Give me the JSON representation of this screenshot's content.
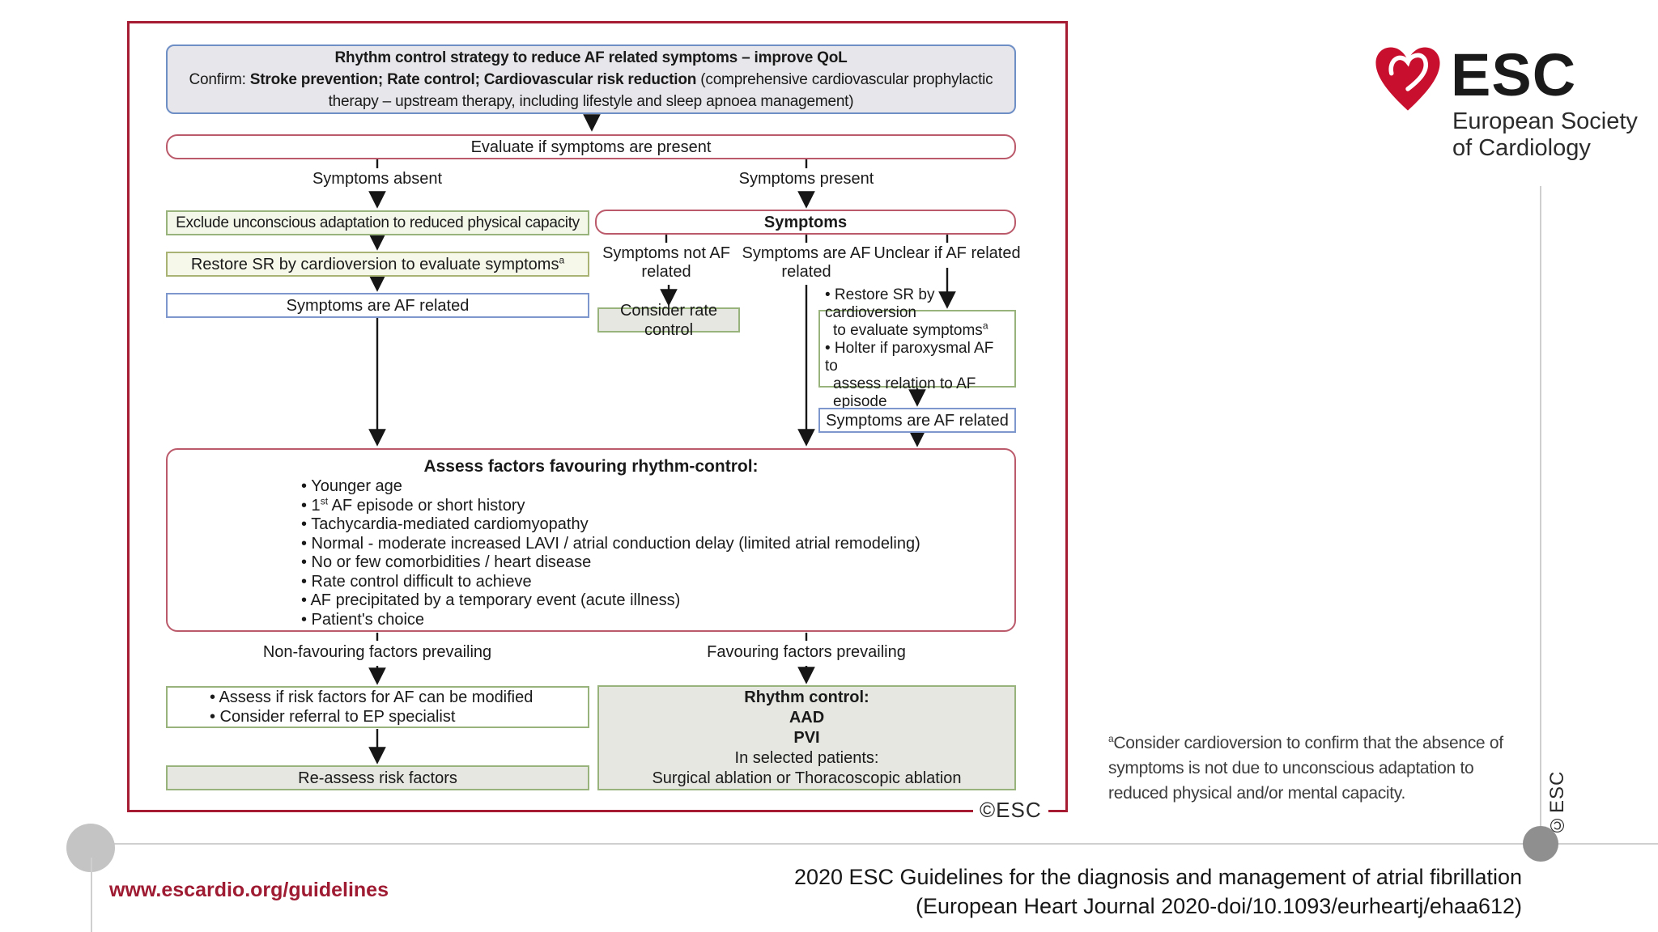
{
  "flowchart": {
    "header": {
      "line1": "Rhythm control strategy to reduce AF related symptoms – improve QoL",
      "line2_prefix": "Confirm: ",
      "line2_bold": "Stroke prevention; Rate control; Cardiovascular risk reduction",
      "line2_suffix": " (comprehensive cardiovascular prophylactic",
      "line3": "therapy – upstream therapy, including lifestyle and sleep apnoea management)"
    },
    "evaluate_box": "Evaluate if symptoms are present",
    "branch_absent_label": "Symptoms absent",
    "branch_present_label": "Symptoms present",
    "exclude_box": "Exclude unconscious adaptation to reduced physical capacity",
    "restore_box": {
      "text": "Restore SR by cardioversion to evaluate symptoms",
      "sup": "a"
    },
    "af_related_left_box": "Symptoms are AF related",
    "symptoms_box": "Symptoms",
    "sub_branch_not_af": {
      "line1": "Symptoms not AF",
      "line2": "related"
    },
    "sub_branch_are_af": {
      "line1": "Symptoms are AF",
      "line2": "related"
    },
    "sub_branch_unclear": "Unclear if AF related",
    "consider_rate_box": "Consider rate control",
    "holter_box": {
      "b1": "• Restore SR by cardioversion",
      "b1_cont": "to evaluate symptoms",
      "b1_sup": "a",
      "b2": "• Holter if paroxysmal AF to",
      "b2_cont": "assess relation to AF episode"
    },
    "af_related_right_box": "Symptoms are AF related",
    "assess_box": {
      "title": "Assess factors favouring rhythm-control:",
      "b1": "• Younger age",
      "b2_pre": "• 1",
      "b2_sup": "st",
      "b2_post": " AF episode or short history",
      "b3": "• Tachycardia-mediated cardiomyopathy",
      "b4": "• Normal - moderate increased LAVI / atrial conduction delay (limited atrial remodeling)",
      "b5": "• No or few comorbidities / heart disease",
      "b6": "• Rate control difficult to achieve",
      "b7": "• AF precipitated by a temporary event (acute illness)",
      "b8": "• Patient's choice"
    },
    "non_favouring_label": "Non-favouring factors prevailing",
    "favouring_label": "Favouring factors prevailing",
    "modify_box": {
      "l1": "• Assess if risk factors for AF can be modified",
      "l2": "• Consider referral to EP specialist"
    },
    "reassess_box": "Re-assess risk factors",
    "rhythm_box": {
      "l1": "Rhythm control:",
      "l2": "AAD",
      "l3": "PVI",
      "l4": "In selected patients:",
      "l5": "Surgical ablation or Thoracoscopic ablation"
    },
    "chart_copyright": "©ESC"
  },
  "slide": {
    "logo": {
      "icon": "esc-heart-logo",
      "abbr": "ESC",
      "name_line1": "European Society",
      "name_line2": "of Cardiology"
    },
    "footnote": {
      "sup": "a",
      "line1": "Consider cardioversion to confirm that the absence of",
      "line2": "symptoms is not due to unconscious adaptation to",
      "line3": "reduced physical and/or mental capacity."
    },
    "copyright_rotated": "©ESC",
    "website": "www.escardio.org/guidelines",
    "title_line1": "2020 ESC Guidelines for the diagnosis and management of atrial fibrillation",
    "title_line2": "(European Heart Journal 2020-doi/10.1093/eurheartj/ehaa612)"
  },
  "colors": {
    "frame_red": "#a61c33",
    "node_red_border": "#bb5a6b",
    "node_blue_border": "#7e97cd",
    "node_green_border": "#98b47c",
    "node_olive_border": "#a9b373",
    "header_bg": "#e7e6ea",
    "header_border": "#6e8ec6",
    "green_bg": "#f3f7ea",
    "gray_green_bg": "#e5e7e0",
    "link_red": "#9e1b32",
    "logo_red": "#c8102e",
    "line_gray": "#cfcfcf",
    "arrow_black": "#161616"
  }
}
